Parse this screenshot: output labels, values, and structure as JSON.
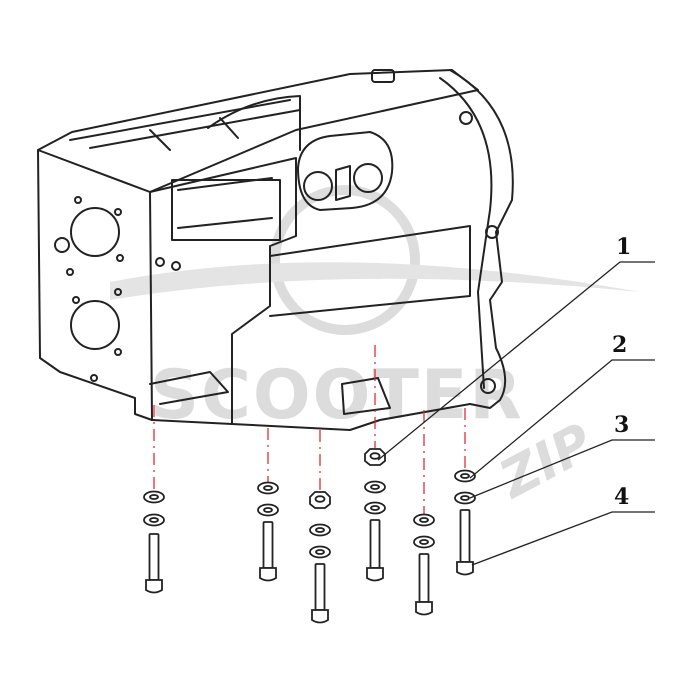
{
  "watermark": {
    "brand": "SCOOTER",
    "suffix": "ZIP",
    "color": "#d9d9d9"
  },
  "callouts": [
    {
      "label": "1"
    },
    {
      "label": "2"
    },
    {
      "label": "3"
    },
    {
      "label": "4"
    }
  ],
  "colors": {
    "line": "#222222",
    "axis": "#e11d2a",
    "watermark": "#d9d9d9"
  }
}
